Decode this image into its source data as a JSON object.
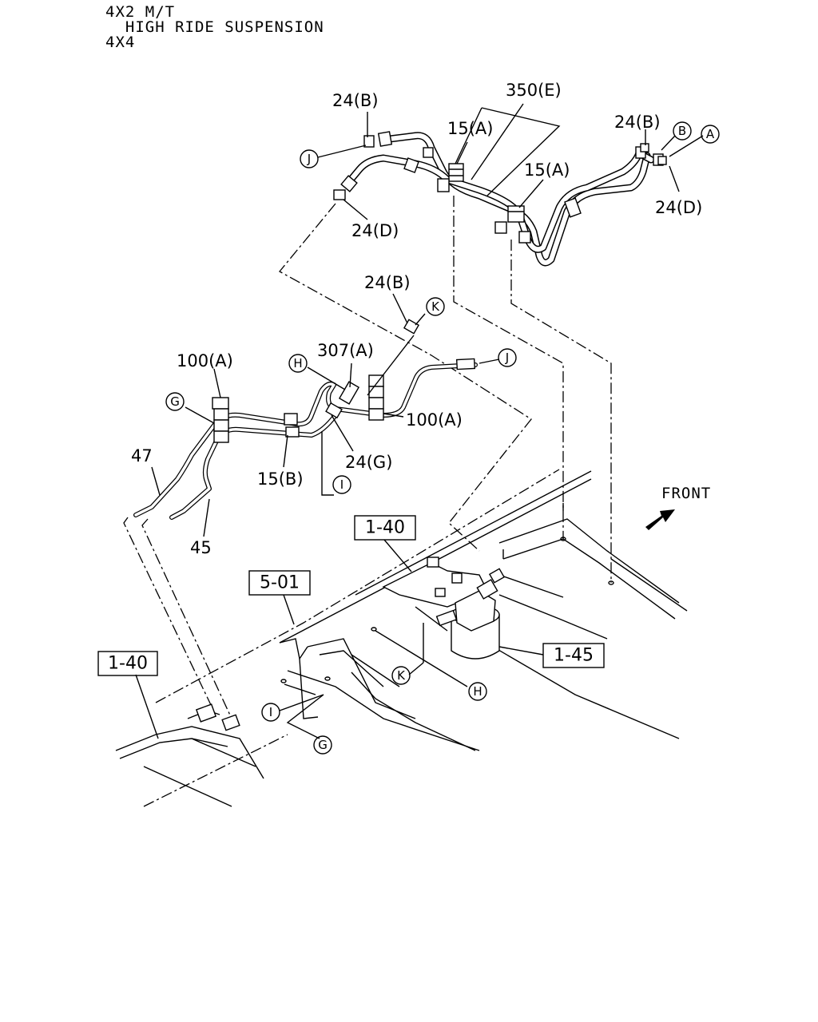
{
  "header": {
    "line1": "4X2 M/T",
    "line2": "  HIGH RIDE SUSPENSION",
    "line3": "4X4"
  },
  "labels": {
    "l_24B_top": "24(B)",
    "l_350E": "350(E)",
    "l_15A_1": "15(A)",
    "l_15A_2": "15(A)",
    "l_24B_right": "24(B)",
    "l_24D_right": "24(D)",
    "l_24D_left": "24(D)",
    "l_24B_mid": "24(B)",
    "l_307A": "307(A)",
    "l_100A_left": "100(A)",
    "l_100A_right": "100(A)",
    "l_24G": "24(G)",
    "l_15B": "15(B)",
    "l_47": "47",
    "l_45": "45",
    "l_front": "FRONT"
  },
  "circles": {
    "c_J_top": "J",
    "c_B": "B",
    "c_A": "A",
    "c_K_mid": "K",
    "c_H_mid": "H",
    "c_J_mid": "J",
    "c_G_left": "G",
    "c_I_mid": "I",
    "c_K_low": "K",
    "c_H_low": "H",
    "c_I_low": "I",
    "c_G_low": "G"
  },
  "boxes": {
    "b_140_mid": "1-40",
    "b_501": "5-01",
    "b_140_left": "1-40",
    "b_145": "1-45"
  }
}
